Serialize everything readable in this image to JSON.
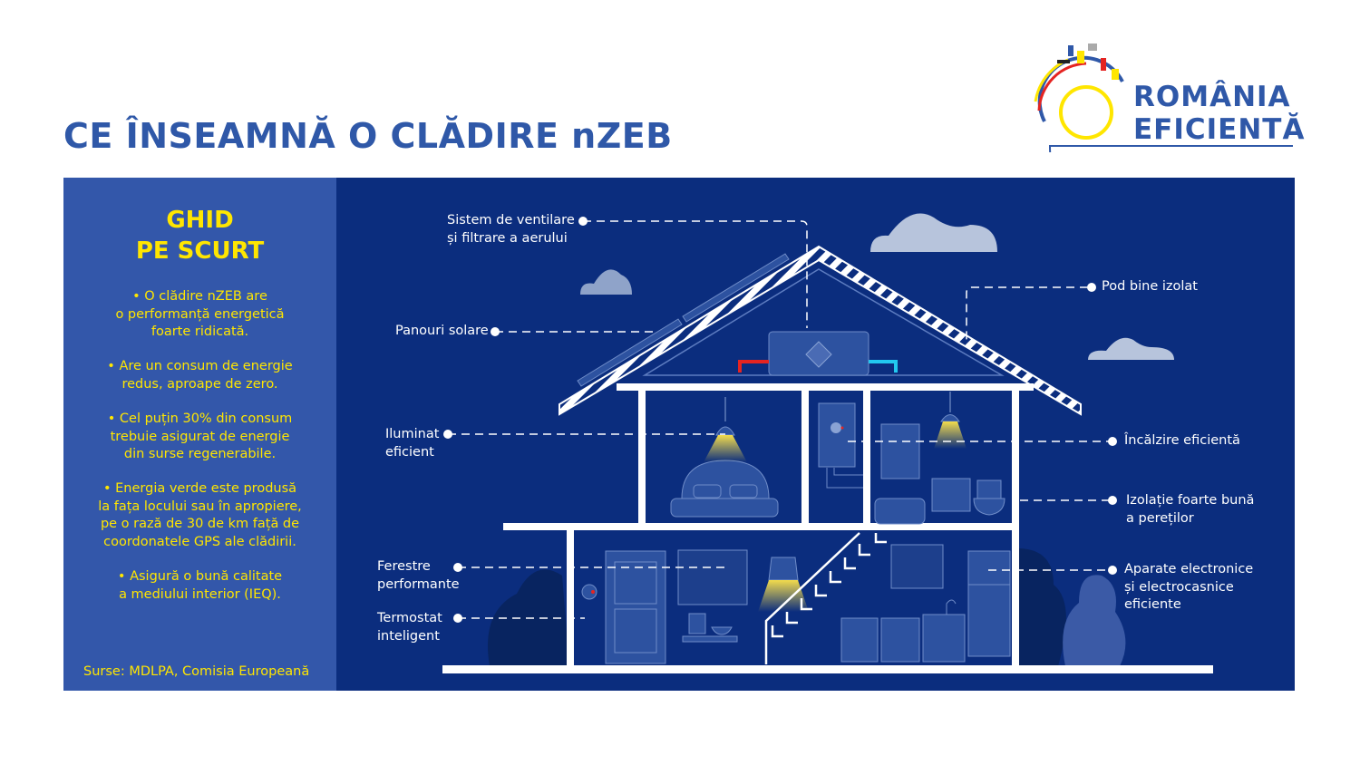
{
  "title": "CE ÎNSEAMNĂ O CLĂDIRE nZEB",
  "logo": {
    "line1": "ROMÂNIA",
    "line2": "EFICIENTĂ"
  },
  "sidebar": {
    "heading_line1": "GHID",
    "heading_line2": "PE SCURT",
    "bullets": [
      [
        "• O clădire nZEB are",
        "o performanță energetică",
        "foarte ridicată."
      ],
      [
        "• Are un consum de energie",
        "redus, aproape de zero."
      ],
      [
        "• Cel puțin 30% din consum",
        "trebuie asigurat de energie",
        "din surse regenerabile."
      ],
      [
        "• Energia verde este produsă",
        "la fața locului sau în apropiere,",
        "pe o rază de 30 de km față de",
        "coordonatele GPS ale clădirii."
      ],
      [
        "• Asigură o bună calitate",
        "a mediului interior (IEQ)."
      ]
    ],
    "sources": "Surse: MDLPA, Comisia Europeană"
  },
  "labels": {
    "ventilation": [
      "Sistem de ventilare",
      "și filtrare a aerului"
    ],
    "attic": [
      "Pod bine izolat"
    ],
    "solar": [
      "Panouri solare"
    ],
    "lighting": [
      "Iluminat",
      "eficient"
    ],
    "heating": [
      "Încălzire eficientă"
    ],
    "insulation": [
      "Izolație foarte bună",
      "a pereților"
    ],
    "appliances": [
      "Aparate electronice",
      "și electrocasnice",
      "eficiente"
    ],
    "windows": [
      "Ferestre",
      "performante"
    ],
    "thermostat": [
      "Termostat",
      "inteligent"
    ]
  },
  "colors": {
    "title": "#2f58a8",
    "panel": "#3357aa",
    "background": "#0b2d7e",
    "accent": "#ffe600"
  }
}
